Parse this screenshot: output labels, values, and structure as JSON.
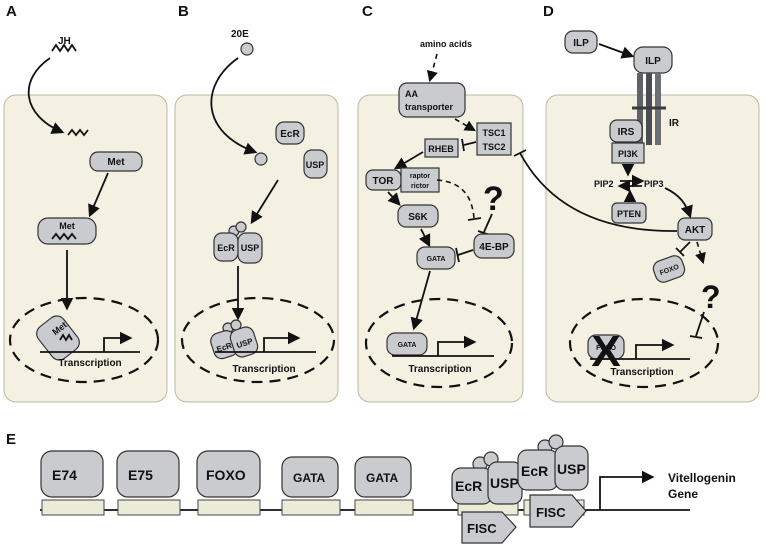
{
  "panels": {
    "a": "A",
    "b": "B",
    "c": "C",
    "d": "D",
    "e": "E"
  },
  "a": {
    "ligand": "JH",
    "met1": "Met",
    "met2": "Met",
    "met3": "Met",
    "tx": "Transcription"
  },
  "b": {
    "ligand": "20E",
    "ecr": "EcR",
    "usp": "USP",
    "ecr2": "EcR",
    "usp2": "USP",
    "ecr3": "EcR",
    "usp3": "USP",
    "tx": "Transcription"
  },
  "c": {
    "aa": "amino acids",
    "aat1": "AA",
    "aat2": "transporter",
    "tsc1": "TSC1",
    "tsc2": "TSC2",
    "rheb": "RHEB",
    "tor": "TOR",
    "raptor": "raptor",
    "rictor": "rictor",
    "q": "?",
    "s6k": "S6K",
    "bp": "4E-BP",
    "gata1": "GATA",
    "gata2": "GATA",
    "tx": "Transcription"
  },
  "d": {
    "ilp1": "ILP",
    "ilp2": "ILP",
    "ir": "IR",
    "irs": "IRS",
    "pi3k": "PI3K",
    "pip2": "PIP2",
    "pip3": "PIP3",
    "pten": "PTEN",
    "akt": "AKT",
    "foxo1": "FOXO",
    "foxo2": "FOXO",
    "q": "?",
    "x": "X",
    "tx": "Transcription"
  },
  "e": {
    "e74": "E74",
    "e75": "E75",
    "foxo": "FOXO",
    "gata1": "GATA",
    "gata2": "GATA",
    "ecr1": "EcR",
    "usp1": "USP",
    "fisc1": "FISC",
    "ecr2": "EcR",
    "usp2": "USP",
    "fisc2": "FISC",
    "vg1": "Vitellogenin",
    "vg2": "Gene"
  }
}
